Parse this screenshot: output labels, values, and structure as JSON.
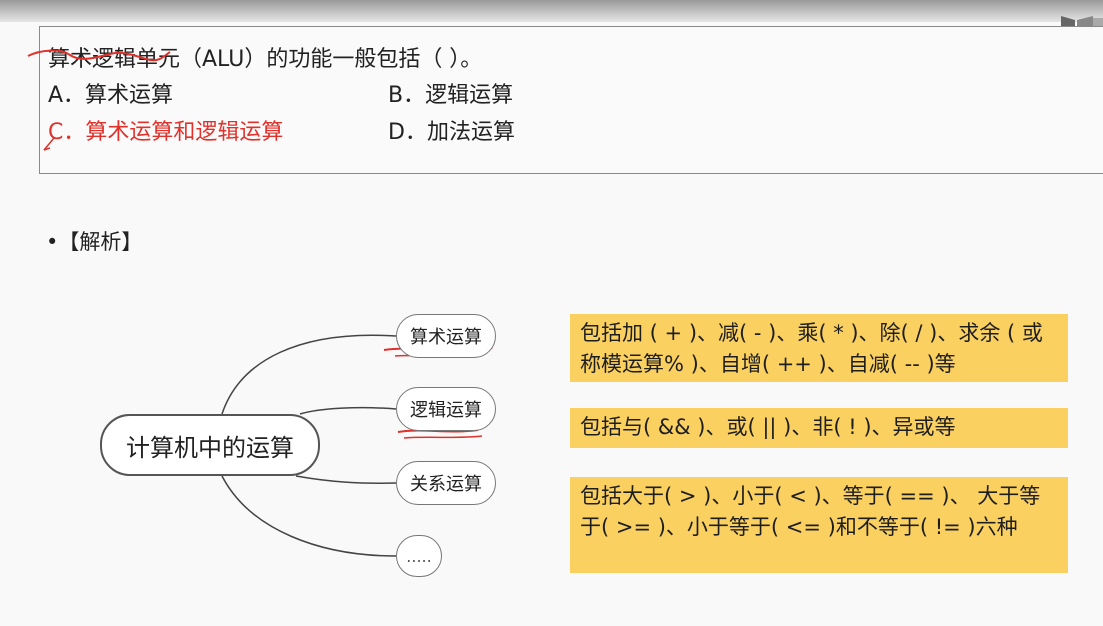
{
  "question": {
    "text": "算术逻辑单元（ALU）的功能一般包括（    ）。",
    "options": [
      {
        "label": "A．算术运算",
        "highlight": false
      },
      {
        "label": "B．逻辑运算",
        "highlight": false
      },
      {
        "label": "C．算术运算和逻辑运算",
        "highlight": true
      },
      {
        "label": "D．加法运算",
        "highlight": false
      }
    ]
  },
  "analysis": {
    "label": "•【解析】"
  },
  "diagram": {
    "root": "计算机中的运算",
    "children": [
      "算术运算",
      "逻辑运算",
      "关系运算",
      "....."
    ],
    "descriptions": [
      "包括加 ( + )、减( - )、乘( * )、除( / )、求余 ( 或称模运算% )、自增( ++ )、自减( -- )等",
      "包括与( && )、或( || )、非( ! )、异或等",
      "包括大于( > )、小于( < )、等于( == )、 大于等于( >= )、小于等于( <= )和不等于( != )六种"
    ]
  },
  "colors": {
    "answer_red": "#e0312b",
    "desc_box": "#fad060",
    "annotation_red": "#e0312b"
  },
  "icons": {
    "corner": "presentation-logo-icon"
  }
}
